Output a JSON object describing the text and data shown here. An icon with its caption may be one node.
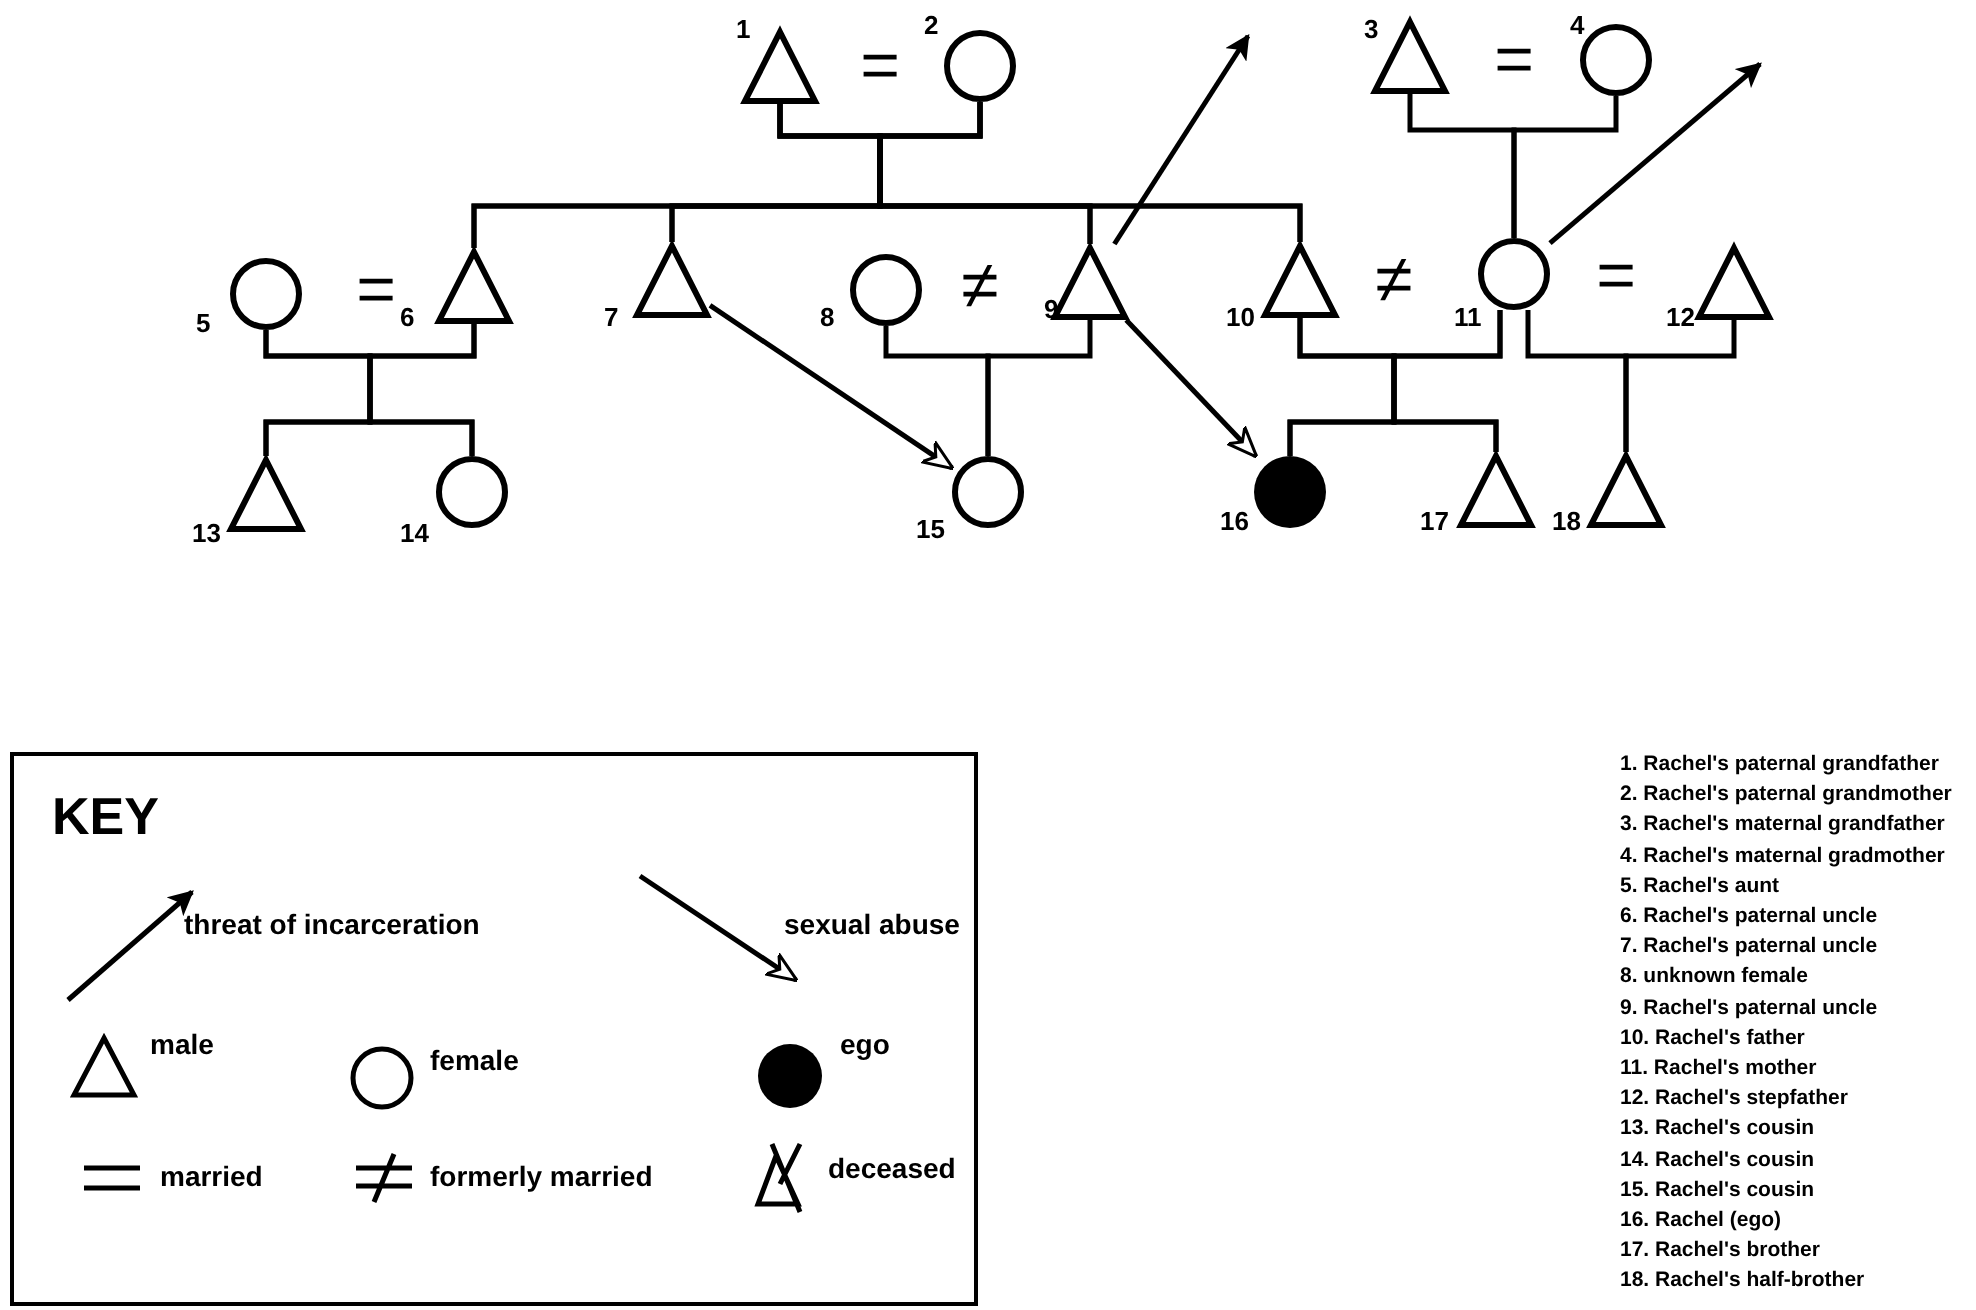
{
  "diagram": {
    "nodes": [
      {
        "text": [],
        "shape": "triangle",
        "beside": [
          "1"
        ]
      },
      {
        "text": [],
        "shape": "circle",
        "beside": [
          "2"
        ]
      },
      {
        "text": [],
        "shape": "triangle",
        "beside": [
          "3"
        ]
      },
      {
        "text": [],
        "shape": "circle",
        "beside": [
          "4"
        ]
      },
      {
        "text": [],
        "shape": "circle",
        "beside": [
          "5"
        ]
      },
      {
        "text": [],
        "shape": "triangle",
        "beside": [
          "6"
        ]
      },
      {
        "text": [],
        "shape": "triangle",
        "beside": [
          "7"
        ]
      },
      {
        "text": [],
        "shape": "circle",
        "beside": [
          "8"
        ]
      },
      {
        "text": [],
        "shape": "triangle",
        "beside": [
          "9"
        ]
      },
      {
        "text": [],
        "shape": "triangle",
        "beside": [
          "10"
        ]
      },
      {
        "text": [],
        "shape": "circle",
        "beside": [
          "11"
        ]
      },
      {
        "text": [],
        "shape": "triangle",
        "beside": [
          "12"
        ]
      },
      {
        "text": [],
        "shape": "triangle",
        "beside": [
          "13"
        ]
      },
      {
        "text": [],
        "shape": "circle",
        "beside": [
          "14"
        ]
      },
      {
        "text": [],
        "shape": "circle",
        "beside": [
          "15"
        ]
      },
      {
        "text": [],
        "shape": "disc",
        "beside": [
          "16"
        ]
      },
      {
        "text": [],
        "shape": "triangle",
        "beside": [
          "17"
        ]
      },
      {
        "text": [],
        "shape": "triangle",
        "beside": [
          "18"
        ]
      }
    ],
    "edges": [
      {
        "from": 0,
        "to": 5,
        "arrow": "none"
      },
      {
        "from": 1,
        "to": 5,
        "arrow": "none"
      },
      {
        "from": 0,
        "to": 6,
        "arrow": "none"
      },
      {
        "from": 1,
        "to": 6,
        "arrow": "none"
      },
      {
        "from": 0,
        "to": 8,
        "arrow": "none"
      },
      {
        "from": 1,
        "to": 8,
        "arrow": "none"
      },
      {
        "from": 0,
        "to": 9,
        "arrow": "none"
      },
      {
        "from": 1,
        "to": 9,
        "arrow": "none"
      },
      {
        "from": 2,
        "to": 10,
        "arrow": "none"
      },
      {
        "from": 3,
        "to": 10,
        "arrow": "none"
      },
      {
        "from": 4,
        "to": 12,
        "arrow": "none"
      },
      {
        "from": 5,
        "to": 12,
        "arrow": "none"
      },
      {
        "from": 4,
        "to": 13,
        "arrow": "none"
      },
      {
        "from": 5,
        "to": 13,
        "arrow": "none"
      },
      {
        "from": 7,
        "to": 14,
        "arrow": "none"
      },
      {
        "from": 8,
        "to": 14,
        "arrow": "none"
      },
      {
        "from": 9,
        "to": 15,
        "arrow": "none"
      },
      {
        "from": 10,
        "to": 15,
        "arrow": "none"
      },
      {
        "from": 9,
        "to": 16,
        "arrow": "none"
      },
      {
        "from": 10,
        "to": 16,
        "arrow": "none"
      },
      {
        "from": 10,
        "to": 17,
        "arrow": "none"
      },
      {
        "from": 11,
        "to": 17,
        "arrow": "none"
      },
      {
        "from": 6,
        "to": 14,
        "arrow": "to"
      },
      {
        "from": 8,
        "to": 15,
        "arrow": "to"
      },
      {
        "from": 8,
        "to": null,
        "arrow": "to"
      },
      {
        "from": 10,
        "to": null,
        "arrow": "to"
      }
    ],
    "labels": [
      "=",
      "=",
      "=",
      "≠",
      "≠",
      "=",
      "KEY",
      "1. Rachel's paternal grandfather",
      "2. Rachel's paternal grandmother",
      "3. Rachel's maternal grandfather",
      "4. Rachel's maternal gradmother",
      "5. Rachel's aunt",
      "6. Rachel's paternal uncle",
      "7. Rachel's paternal uncle",
      "8. unknown female",
      "9. Rachel's paternal uncle",
      "10. Rachel's father",
      "11. Rachel's mother",
      "12. Rachel's stepfather",
      "13. Rachel's cousin",
      "14. Rachel's cousin",
      "15. Rachel's cousin",
      "16. Rachel (ego)",
      "17. Rachel's brother",
      "18. Rachel's half-brother"
    ],
    "legend": [
      {
        "text": "threat of incarceration"
      },
      {
        "text": "sexual abuse"
      },
      {
        "text": "male"
      },
      {
        "text": "female"
      },
      {
        "text": "ego"
      },
      {
        "text": "married"
      },
      {
        "text": "formerly married"
      },
      {
        "text": "deceased"
      }
    ]
  }
}
